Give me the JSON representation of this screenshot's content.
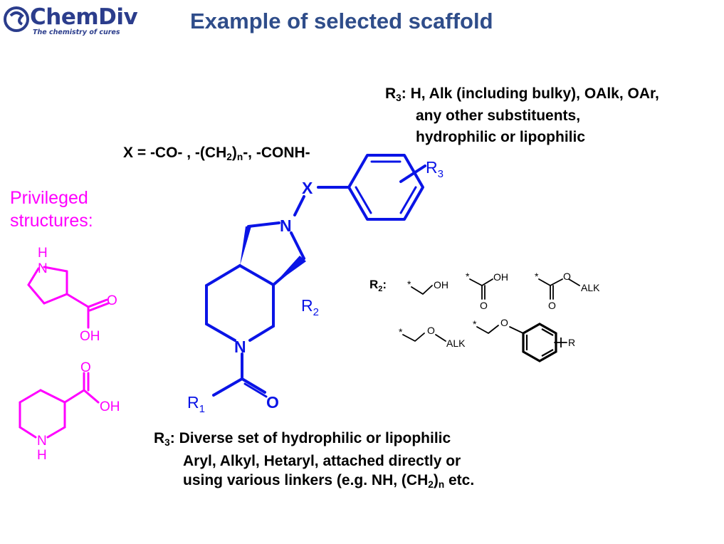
{
  "header": {
    "logo_text": "ChemDiv",
    "logo_tagline": "The chemistry of cures",
    "title": "Example of selected scaffold"
  },
  "r3_top": {
    "label": "R",
    "label_sub": "3",
    "line1": ": H, Alk (including bulky), OAlk, OAr,",
    "line2": "any other substituents,",
    "line3": "hydrophilic or lipophilic"
  },
  "x_definition": {
    "prefix": "X =  -CO- , -(CH",
    "sub": "2",
    "middle": ")",
    "sub_n": "n",
    "suffix": "-, -CONH-"
  },
  "privileged": {
    "line1": "Privileged",
    "line2": "structures:"
  },
  "scaffold_labels": {
    "x": "X",
    "n_top": "N",
    "n_bottom": "N",
    "r3": "R",
    "r3_sub": "3",
    "r2": "R",
    "r2_sub": "2",
    "r1": "R",
    "r1_sub": "1",
    "o": "O"
  },
  "privileged_labels": {
    "h1": "H",
    "n1": "N",
    "o1": "O",
    "oh1": "OH",
    "o2": "O",
    "oh2": "OH",
    "n2": "N",
    "h2": "H"
  },
  "r2_options": {
    "label": "R",
    "label_sub": "2",
    "colon": ":",
    "star": "*",
    "oh": "OH",
    "o": "O",
    "alk": "ALK",
    "r": "R"
  },
  "r3_bottom": {
    "label": "R",
    "label_sub": "3",
    "line1": ": Diverse set of hydrophilic or lipophilic",
    "line2": "Aryl, Alkyl, Hetaryl, attached directly or",
    "line3_prefix": "using various linkers (e.g. NH, (CH",
    "line3_sub": "2",
    "line3_mid": ")",
    "line3_sub_n": "n",
    "line3_suffix": " etc."
  },
  "colors": {
    "scaffold": "#0a14e6",
    "privileged": "#ff00ff",
    "title": "#2f4d8a",
    "logo": "#2b3d8c"
  }
}
